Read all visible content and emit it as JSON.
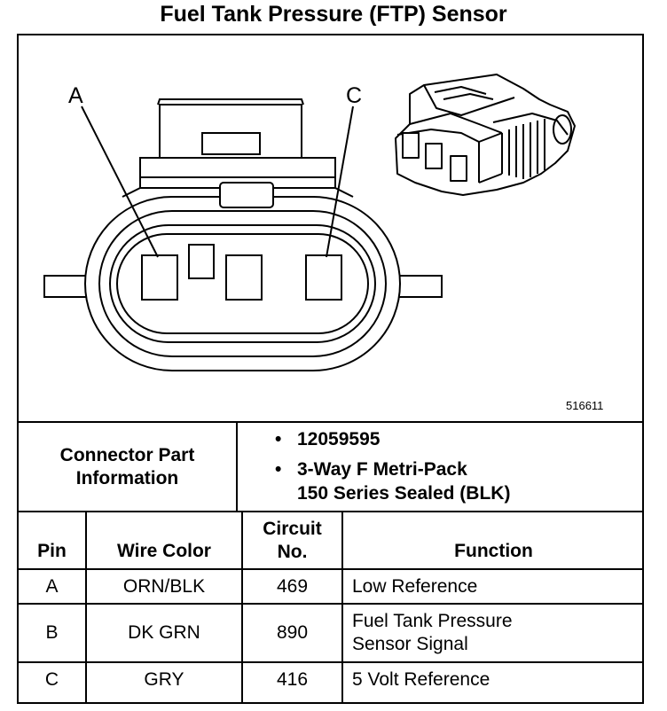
{
  "title": "Fuel Tank Pressure (FTP) Sensor",
  "figure": {
    "pin_labels": [
      "A",
      "C"
    ],
    "figure_number": "516611"
  },
  "connector_info": {
    "label_line1": "Connector Part",
    "label_line2": "Information",
    "part_number": "12059595",
    "desc_line1": "3-Way F Metri-Pack",
    "desc_line2": "150 Series Sealed (BLK)"
  },
  "table": {
    "headers": {
      "pin": "Pin",
      "wire_color": "Wire Color",
      "circuit_line1": "Circuit",
      "circuit_line2": "No.",
      "function": "Function"
    },
    "rows": [
      {
        "pin": "A",
        "wire_color": "ORN/BLK",
        "circuit": "469",
        "function_line1": "Low Reference",
        "function_line2": ""
      },
      {
        "pin": "B",
        "wire_color": "DK GRN",
        "circuit": "890",
        "function_line1": "Fuel Tank Pressure",
        "function_line2": "Sensor Signal"
      },
      {
        "pin": "C",
        "wire_color": "GRY",
        "circuit": "416",
        "function_line1": "5 Volt Reference",
        "function_line2": ""
      }
    ]
  }
}
